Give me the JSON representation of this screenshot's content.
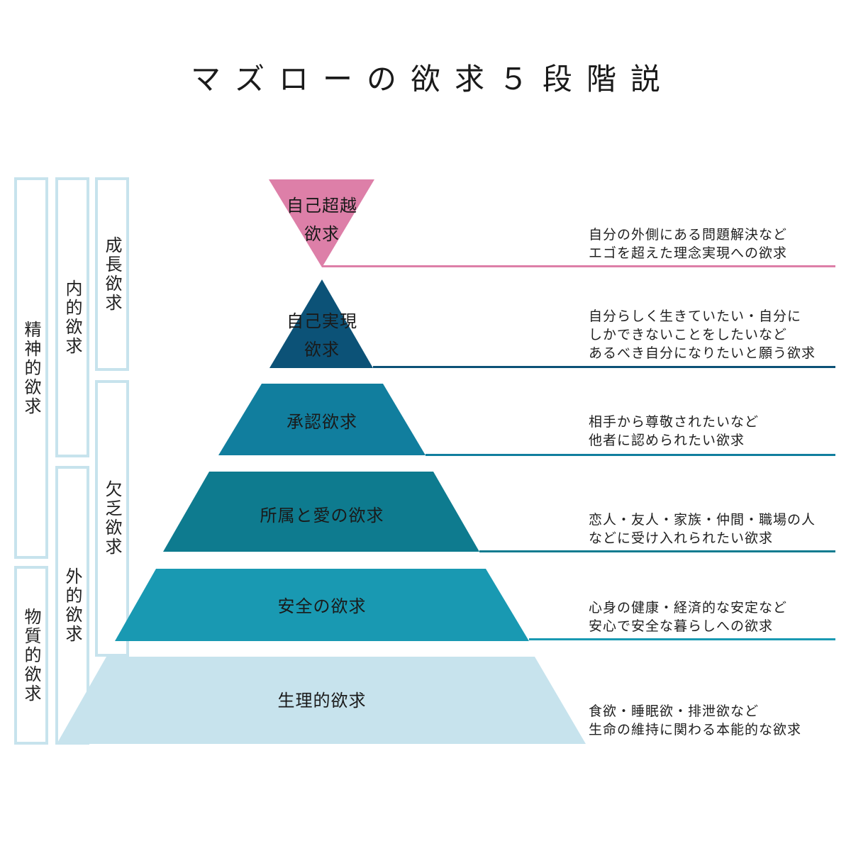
{
  "title": "マズローの欲求５段階説",
  "colors": {
    "transcendence": "#dd7fa8",
    "self_actualization": "#0c5277",
    "esteem": "#117e9e",
    "belonging": "#0e7b8f",
    "safety": "#1999b2",
    "physiological": "#c7e3ed",
    "box_border": "#c7e3ed"
  },
  "categories": {
    "spiritual": "精神的欲求",
    "material": "物質的欲求",
    "internal": "内的欲求",
    "external": "外的欲求",
    "growth": "成長欲求",
    "deficiency": "欠乏欲求"
  },
  "levels": [
    {
      "name_lines": [
        "自己超越",
        "欲求"
      ],
      "desc_lines": [
        "自分の外側にある問題解決など",
        "エゴを超えた理念実現への欲求"
      ]
    },
    {
      "name_lines": [
        "自己実現",
        "欲求"
      ],
      "desc_lines": [
        "自分らしく生きていたい・自分に",
        "しかできないことをしたいなど",
        "あるべき自分になりたいと願う欲求"
      ]
    },
    {
      "name_lines": [
        "承認欲求"
      ],
      "desc_lines": [
        "相手から尊敬されたいなど",
        "他者に認められたい欲求"
      ]
    },
    {
      "name_lines": [
        "所属と愛の欲求"
      ],
      "desc_lines": [
        "恋人・友人・家族・仲間・職場の人",
        "などに受け入れられたい欲求"
      ]
    },
    {
      "name_lines": [
        "安全の欲求"
      ],
      "desc_lines": [
        "心身の健康・経済的な安定など",
        "安心で安全な暮らしへの欲求"
      ]
    },
    {
      "name_lines": [
        "生理的欲求"
      ],
      "desc_lines": [
        "食欲・睡眠欲・排泄欲など",
        "生命の維持に関わる本能的な欲求"
      ]
    }
  ]
}
